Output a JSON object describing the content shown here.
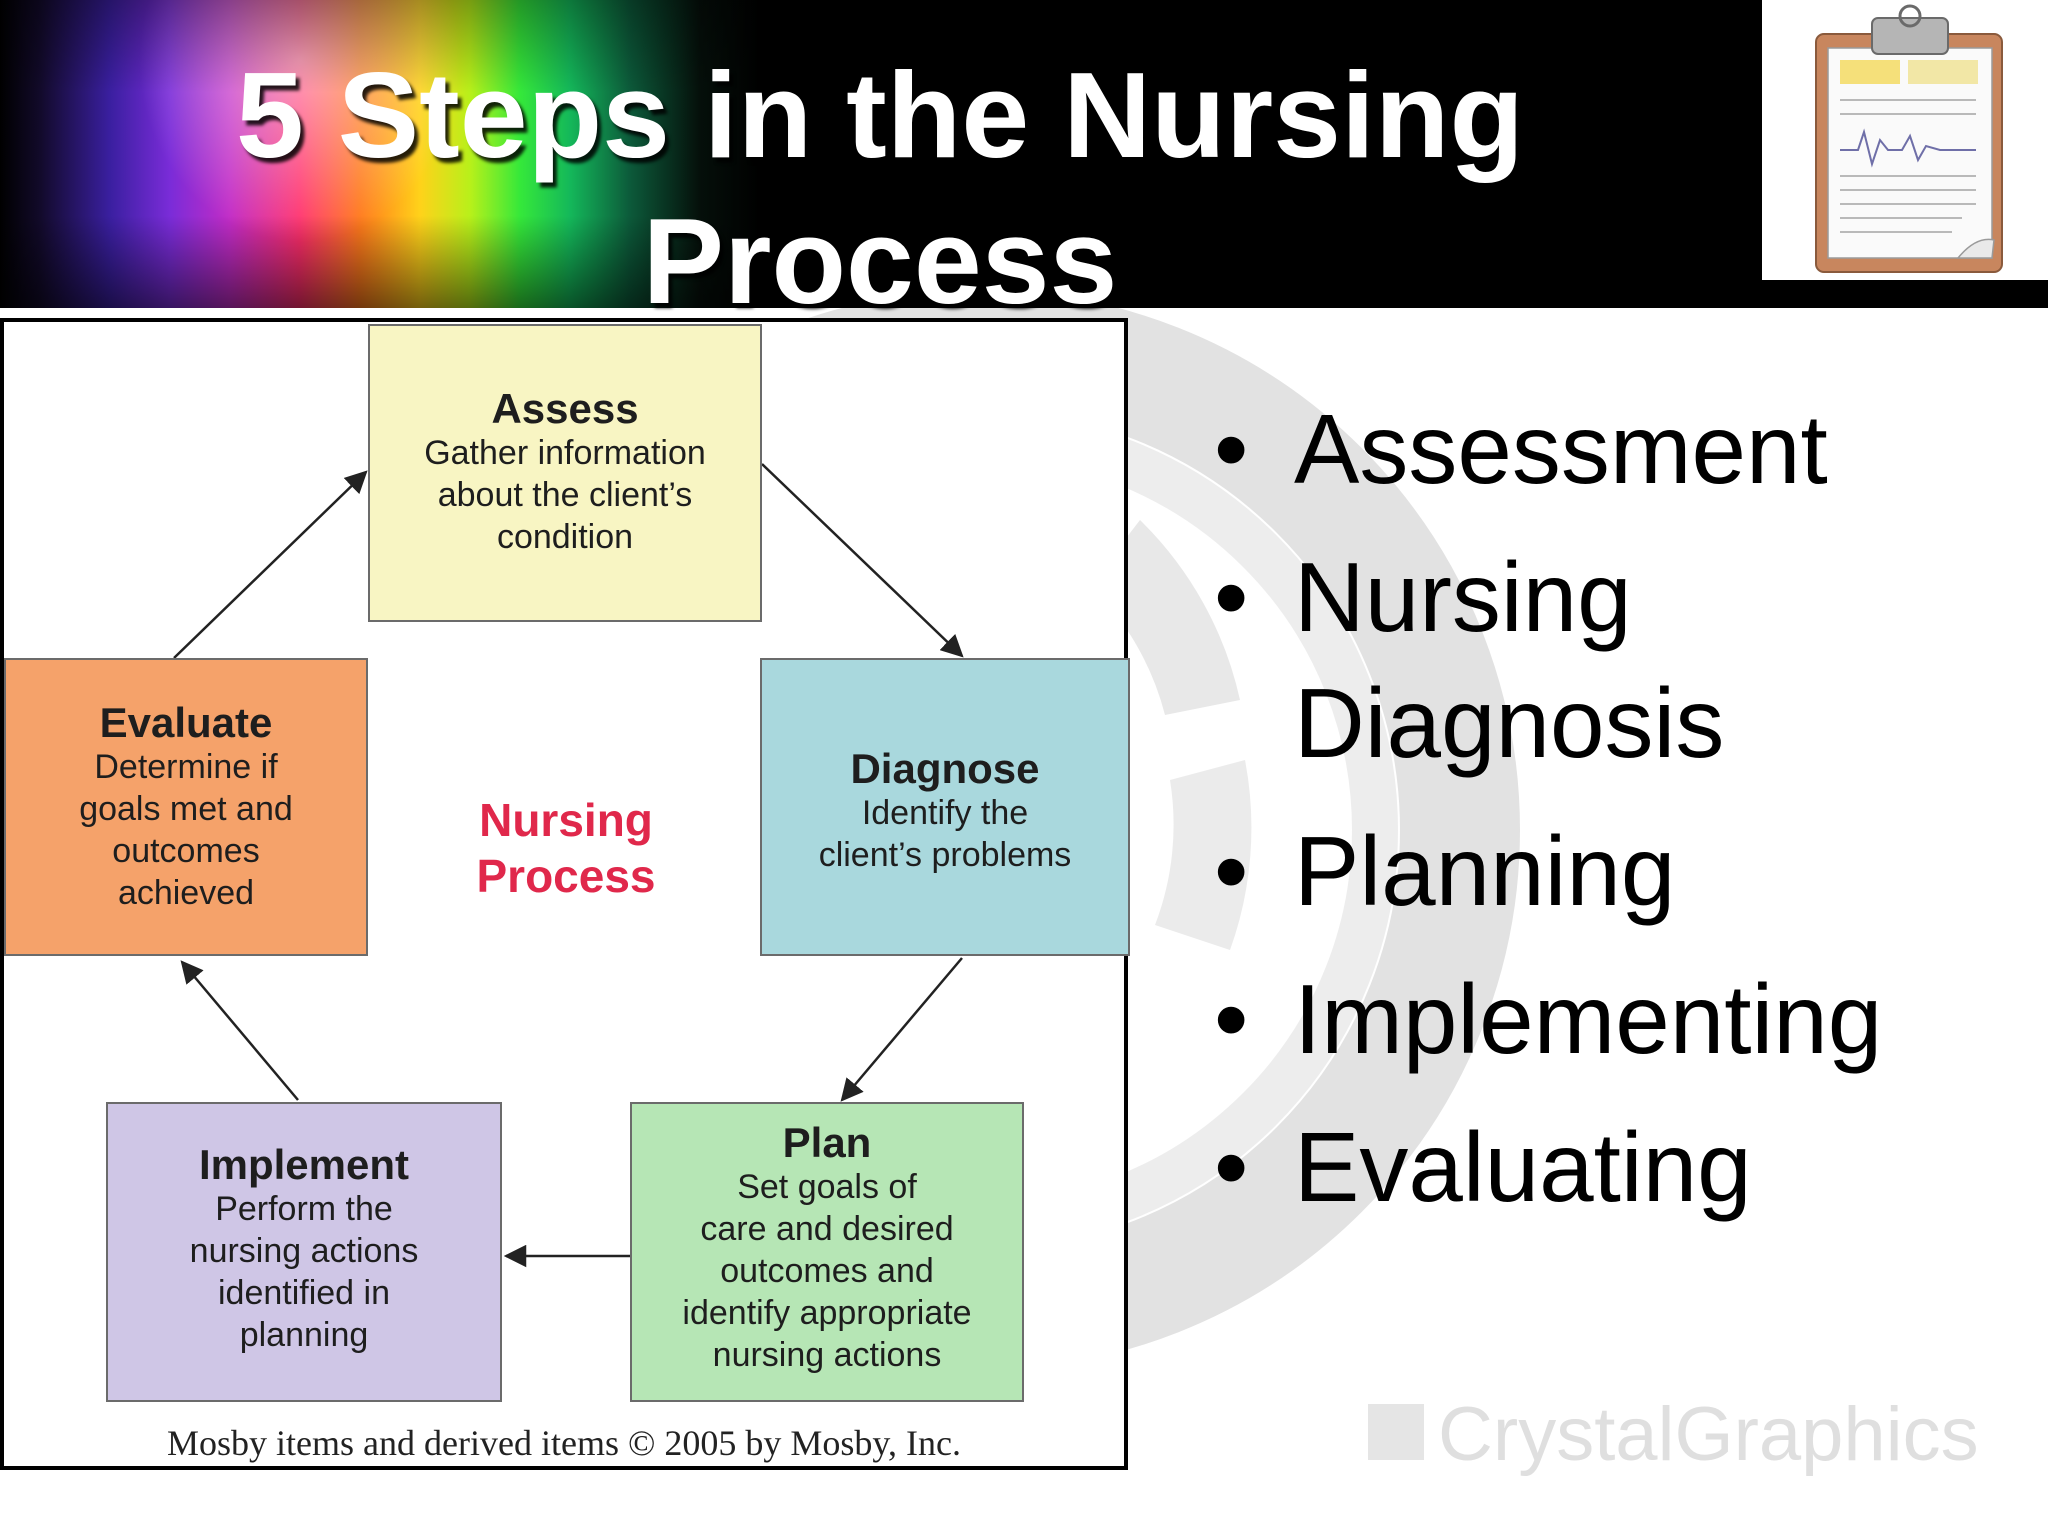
{
  "slide": {
    "title": "5 Steps in the Nursing Process"
  },
  "diagram": {
    "center_label_line1": "Nursing",
    "center_label_line2": "Process",
    "boxes": [
      {
        "title": "Assess",
        "desc_lines": [
          "Gather information",
          "about the client’s",
          "condition"
        ],
        "color": "#f8f5c3"
      },
      {
        "title": "Diagnose",
        "desc_lines": [
          "Identify the",
          "client’s problems"
        ],
        "color": "#a9d8dd"
      },
      {
        "title": "Plan",
        "desc_lines": [
          "Set goals of",
          "care and desired",
          "outcomes and",
          "identify appropriate",
          "nursing actions"
        ],
        "color": "#b6e6b5"
      },
      {
        "title": "Implement",
        "desc_lines": [
          "Perform the",
          "nursing actions",
          "identified in",
          "planning"
        ],
        "color": "#cfc6e6"
      },
      {
        "title": "Evaluate",
        "desc_lines": [
          "Determine if",
          "goals met and",
          "outcomes",
          "achieved"
        ],
        "color": "#f5a26a"
      }
    ],
    "credit": "Mosby items and derived items © 2005 by Mosby, Inc."
  },
  "bullets": {
    "bullet_char": "•",
    "items": [
      {
        "lines": [
          "Assessment"
        ]
      },
      {
        "lines": [
          "Nursing",
          "Diagnosis"
        ]
      },
      {
        "lines": [
          "Planning"
        ]
      },
      {
        "lines": [
          "Implementing"
        ]
      },
      {
        "lines": [
          "Evaluating"
        ]
      }
    ]
  },
  "watermark": {
    "brand": "CrystalGraphics"
  },
  "colors": {
    "center_label": "#e0284b",
    "title": "#ffffff"
  }
}
